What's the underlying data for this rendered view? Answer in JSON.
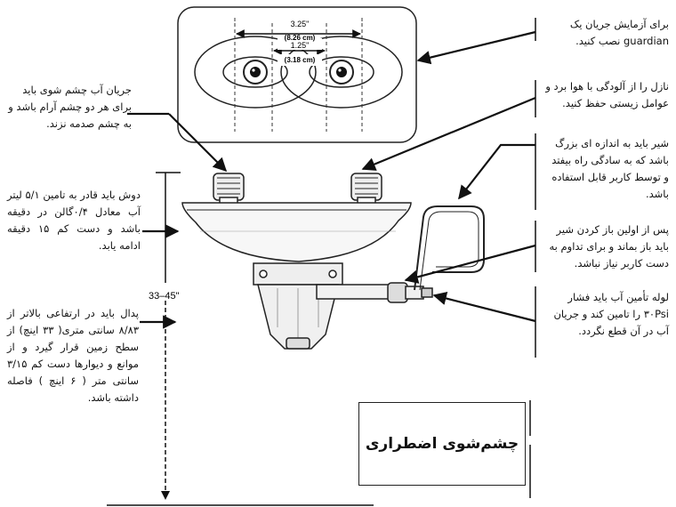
{
  "diagram": {
    "title": "چشم‌شوی اضطراری",
    "eye_spacing": {
      "outer_in": "3.25\"",
      "outer_cm": "(8.26 cm)",
      "inner_in": "1.25\"",
      "inner_cm": "(3.18 cm)"
    },
    "height_range": "33–45\"",
    "notes": {
      "guardian_test": "برای آزمایش جریان یک guardian نصب کنید.",
      "nozzle_protection": "نازل را از آلودگی با هوا برد و عوامل زیستی حفظ کنید.",
      "valve_size": "شیر باید به اندازه ای بزرگ باشد که به سادگی راه بیفتد و توسط کاربر قابل استفاده باشد.",
      "valve_open": "پس از اولین باز کردن شیر باید باز بماند و برای تداوم به دست کاربر نیاز نباشد.",
      "supply_pressure": "لوله تأمین آب باید فشار ۳۰Psi را تامین کند و جریان آب در آن قطع نگردد.",
      "gentle_flow": "جریان آب چشم شوی باید برای هر دو چشم آرام باشد و به چشم صدمه نزند.",
      "flow_rate": "دوش باید قادر به تامین ۵/۱ لیتر آب معادل ۰/۴گالن در دقیقه باشد و دست کم ۱۵ دقیقه ادامه یابد.",
      "pedal_height": "پدال باید در ارتفاعی بالاتر از ۸/۸۳ سانتی متری( ۳۳ اینچ) از سطح زمین قرار گیرد و از موانع و دیوارها دست کم ۳/۱۵ سانتی متر ( ۶ اینچ ) فاصله داشته باشد."
    }
  }
}
